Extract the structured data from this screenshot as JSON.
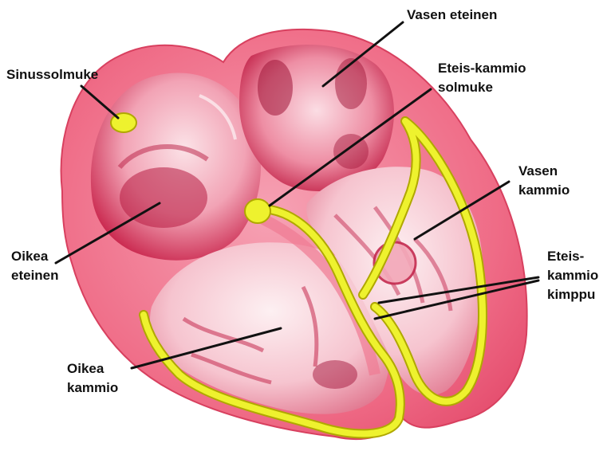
{
  "labels": {
    "sinus_node": [
      "Sinussolmuke"
    ],
    "left_atrium": [
      "Vasen eteinen"
    ],
    "av_node": [
      "Eteis-kammio",
      "solmuke"
    ],
    "left_ventricle": [
      "Vasen",
      "kammio"
    ],
    "right_atrium": [
      "Oikea",
      "eteinen"
    ],
    "av_bundle": [
      "Eteis-",
      "kammio",
      "kimppu"
    ],
    "right_ventricle": [
      "Oikea",
      "kammio"
    ]
  },
  "colors": {
    "background": "#ffffff",
    "tissue_outer": "#ef6b86",
    "tissue_mid": "#f49cb0",
    "chamber_light": "#f9d9df",
    "chamber_dark": "#c8244a",
    "conduction": "#eef22e",
    "conduction_edge": "#b0a800",
    "leader_line": "#111111"
  }
}
